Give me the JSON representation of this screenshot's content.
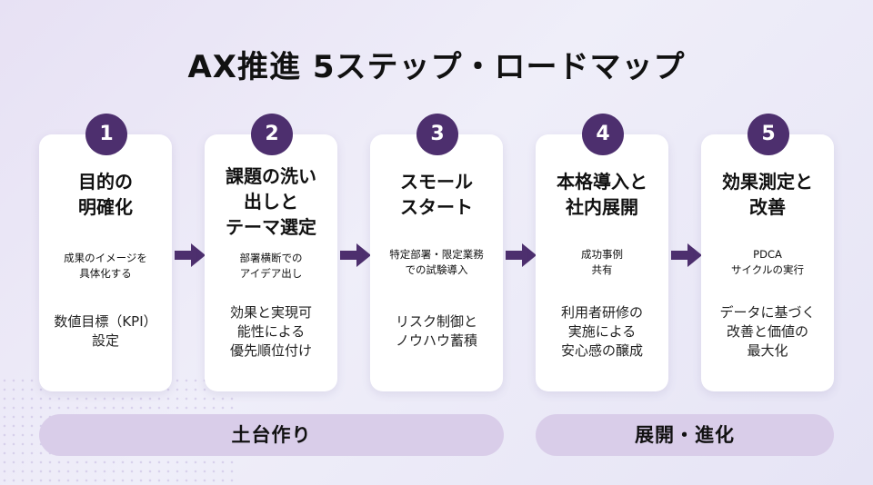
{
  "title": "AX推進 5ステップ・ロードマップ",
  "steps": [
    {
      "number": "1",
      "title": "目的の\n明確化",
      "sub": "成果のイメージを\n具体化する",
      "note": "数値目標（KPI）\n設定"
    },
    {
      "number": "2",
      "title": "課題の洗い\n出しと\nテーマ選定",
      "sub": "部署横断での\nアイデア出し",
      "note": "効果と実現可\n能性による\n優先順位付け"
    },
    {
      "number": "3",
      "title": "スモール\nスタート",
      "sub": "特定部署・限定業務\nでの試験導入",
      "note": "リスク制御と\nノウハウ蓄積"
    },
    {
      "number": "4",
      "title": "本格導入と\n社内展開",
      "sub": "成功事例\n共有",
      "note": "利用者研修の\n実施による\n安心感の醸成"
    },
    {
      "number": "5",
      "title": "効果測定と\n改善",
      "sub": "PDCA\nサイクルの実行",
      "note": "データに基づく\n改善と価値の\n最大化"
    }
  ],
  "phases": [
    {
      "label": "土台作り"
    },
    {
      "label": "展開・進化"
    }
  ],
  "colors": {
    "badge": "#4d2f6e",
    "arrow": "#4d2f6e",
    "phase_bar": "#d9cde9"
  }
}
